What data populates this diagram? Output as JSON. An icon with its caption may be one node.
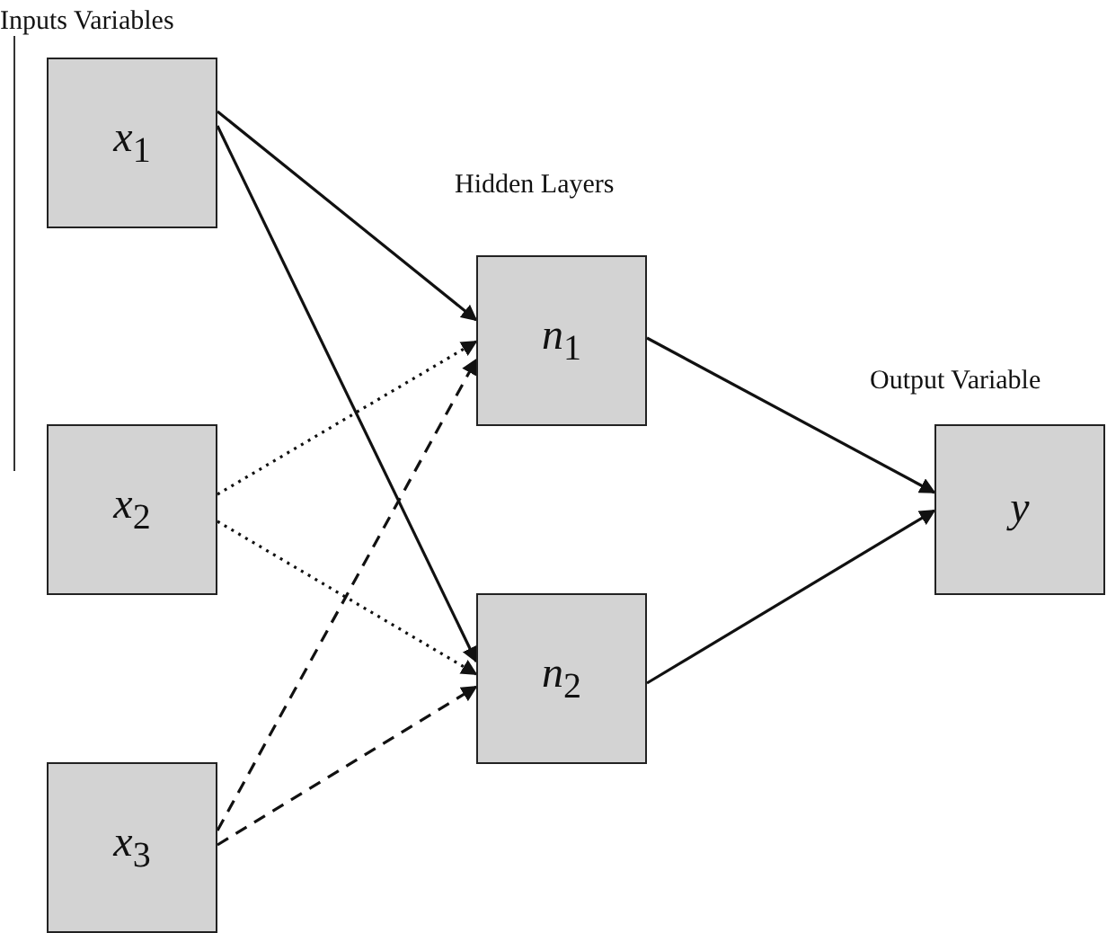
{
  "diagram": {
    "nodes": [
      {
        "text": [
          "*x*$_{1}$"
        ]
      },
      {
        "text": [
          "*x*$_{2}$"
        ]
      },
      {
        "text": [
          "*x*$_{3}$"
        ]
      },
      {
        "text": [
          "*n*$_{1}$"
        ]
      },
      {
        "text": [
          "*n*$_{2}$"
        ]
      },
      {
        "text": [
          "*y*"
        ]
      }
    ],
    "edges": [
      {
        "from": 0,
        "to": 3,
        "arrow": "to"
      },
      {
        "from": 0,
        "to": 4,
        "arrow": "to"
      },
      {
        "from": 1,
        "to": 3,
        "arrow": "to",
        "style": "dashed"
      },
      {
        "from": 1,
        "to": 4,
        "arrow": "to",
        "style": "dashed"
      },
      {
        "from": 2,
        "to": 3,
        "arrow": "to",
        "style": "dashed"
      },
      {
        "from": 2,
        "to": 4,
        "arrow": "to",
        "style": "dashed"
      },
      {
        "from": 3,
        "to": 5,
        "arrow": "to"
      },
      {
        "from": 4,
        "to": 5,
        "arrow": "to"
      }
    ],
    "labels": [
      "Inputs Variables",
      "Hidden Layers",
      "Output Variable"
    ]
  }
}
